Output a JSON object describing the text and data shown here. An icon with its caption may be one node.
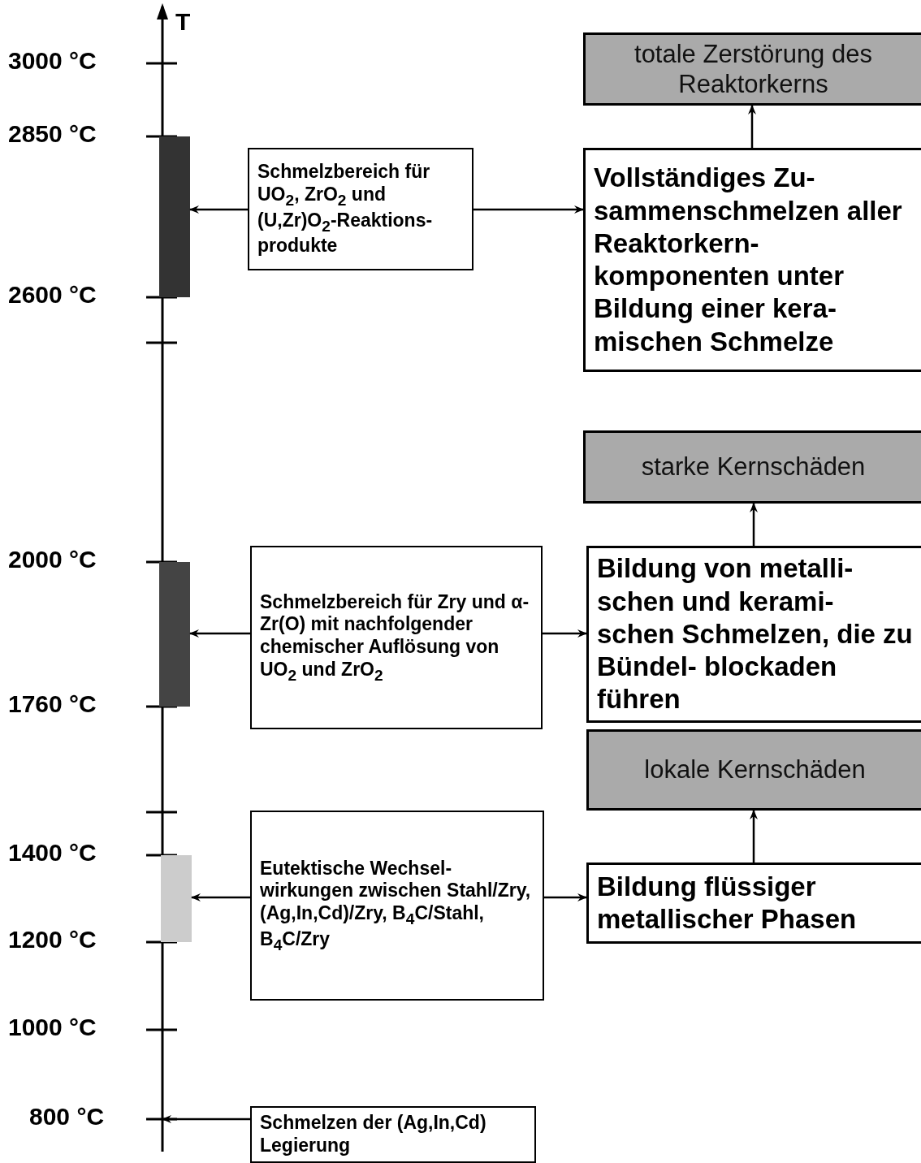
{
  "diagram": {
    "nodes": [
      {
        "text": [
          "totale Zerstörung des Reaktorkerns"
        ]
      },
      {
        "text": [],
        "shape": "bar"
      },
      {
        "text": [
          "Schmelzbereich für UO$_{2}$, ZrO$_{2}$ und (U,Zr)O$_{2}$-Reaktions- produkte"
        ]
      },
      {
        "text": [
          "Vollständiges Zu- sammenschmelzen aller Reaktorkern- komponenten unter Bildung einer kera- mischen Schmelze"
        ]
      },
      {
        "text": [
          "starke Kernschäden"
        ]
      },
      {
        "text": [],
        "shape": "bar"
      },
      {
        "text": [
          "Schmelzbereich für Zry und α-Zr(O) mit nachfolgender chemischer Auflösung von UO$_{2}$ und ZrO$_{2}$"
        ]
      },
      {
        "text": [
          "Bildung von metalli- schen und kerami- schen Schmelzen, die zu Bündel- blockaden führen"
        ]
      },
      {
        "text": [
          "lokale Kernschäden"
        ]
      },
      {
        "text": [],
        "shape": "bar"
      },
      {
        "text": [
          "Eutektische Wechsel- wirkungen zwischen Stahl/Zry, (Ag,In,Cd)/Zry, B$_{4}$C/Stahl, B$_{4}$C/Zry"
        ]
      },
      {
        "text": [
          "Bildung flüssiger metallischer Phasen"
        ]
      },
      {
        "text": [
          "Schmelzen der (Ag,In,Cd) Legierung"
        ]
      }
    ],
    "edges": [
      {
        "from": 2,
        "to": 1,
        "arrow": "to"
      },
      {
        "from": 2,
        "to": 3,
        "arrow": "to"
      },
      {
        "from": 3,
        "to": 0,
        "arrow": "to"
      },
      {
        "from": 6,
        "to": 5,
        "arrow": "to"
      },
      {
        "from": 6,
        "to": 7,
        "arrow": "to"
      },
      {
        "from": 7,
        "to": 4,
        "arrow": "to"
      },
      {
        "from": 10,
        "to": 9,
        "arrow": "to"
      },
      {
        "from": 10,
        "to": 11,
        "arrow": "to"
      },
      {
        "from": 11,
        "to": 8,
        "arrow": "to"
      },
      {
        "from": 12,
        "to": null,
        "arrow": "to"
      }
    ],
    "labels": [
      "T",
      "3000 °C",
      "2850 °C",
      "2600 °C",
      "2000 °C",
      "1760 °C",
      "1400 °C",
      "1200 °C",
      "1000 °C",
      "800 °C"
    ]
  }
}
